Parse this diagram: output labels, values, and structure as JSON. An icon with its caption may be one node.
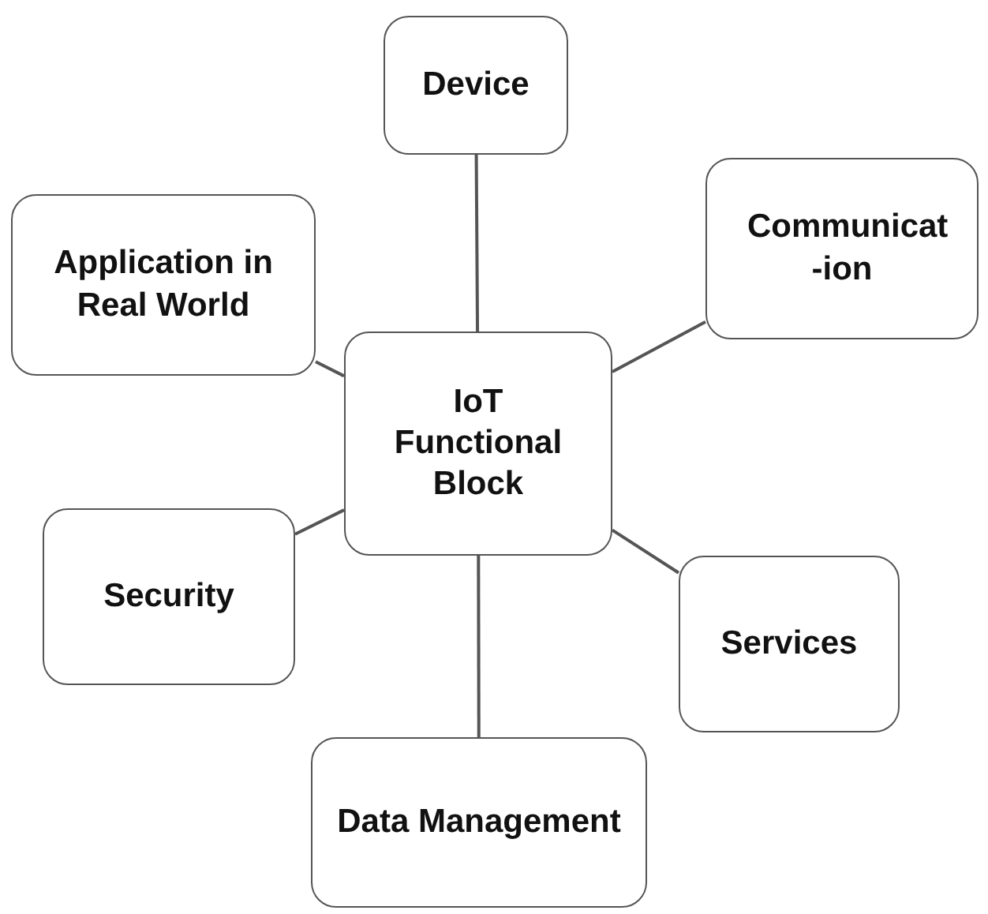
{
  "diagram": {
    "nodes": [
      {
        "text": [
          "IoT Functional Block"
        ]
      },
      {
        "text": [
          "Device"
        ]
      },
      {
        "text": [
          "Communicat -ion"
        ]
      },
      {
        "text": [
          "Application in Real World"
        ]
      },
      {
        "text": [
          "Security"
        ]
      },
      {
        "text": [
          "Services"
        ]
      },
      {
        "text": [
          "Data Management"
        ]
      }
    ],
    "edges": [
      {
        "from": 0,
        "to": 1,
        "arrow": "none"
      },
      {
        "from": 0,
        "to": 2,
        "arrow": "none"
      },
      {
        "from": 0,
        "to": 3,
        "arrow": "none"
      },
      {
        "from": 0,
        "to": 4,
        "arrow": "none"
      },
      {
        "from": 0,
        "to": 5,
        "arrow": "none"
      },
      {
        "from": 0,
        "to": 6,
        "arrow": "none"
      }
    ]
  }
}
